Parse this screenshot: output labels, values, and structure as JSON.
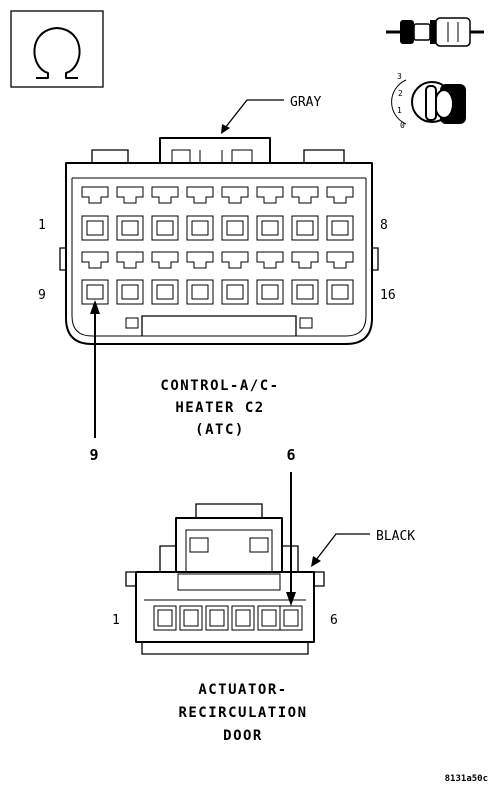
{
  "labels": {
    "gray": "GRAY",
    "black": "BLACK",
    "c2_left_top": "1",
    "c2_right_top": "8",
    "c2_left_bottom": "9",
    "c2_right_bottom": "16",
    "c2_title": [
      "CONTROL-A/C-",
      "HEATER C2",
      "(ATC)"
    ],
    "callout_9": "9",
    "callout_6": "6",
    "act_left": "1",
    "act_right": "6",
    "act_title": [
      "ACTUATOR-",
      "RECIRCULATION",
      "DOOR"
    ],
    "ign_positions": [
      "3",
      "2",
      "1",
      "0"
    ],
    "figure_code": "8131a50c"
  },
  "icons": [
    "omega-symbol-icon",
    "fuse-icon",
    "ignition-key-icon"
  ]
}
